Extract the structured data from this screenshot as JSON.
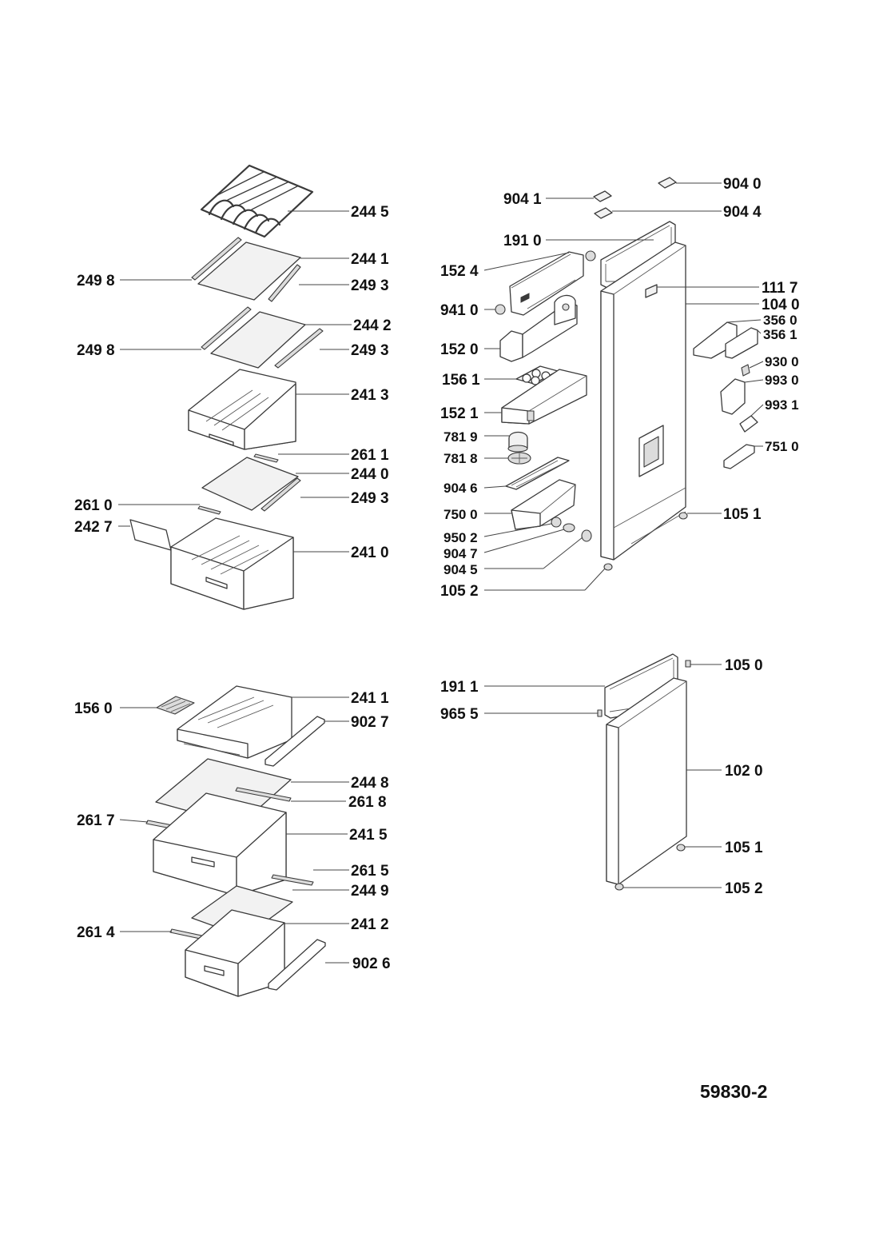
{
  "diagram_id": "59830-2",
  "callouts": {
    "c2445": "244 5",
    "c2441": "244 1",
    "c2498a": "249 8",
    "c2493a": "249 3",
    "c2442": "244 2",
    "c2498b": "249 8",
    "c2493b": "249 3",
    "c2413": "241 3",
    "c2611": "261 1",
    "c2440": "244 0",
    "c2493c": "249 3",
    "c2610": "261 0",
    "c2427": "242 7",
    "c2410": "241 0",
    "c9040": "904 0",
    "c9041": "904 1",
    "c9044": "904 4",
    "c1910": "191 0",
    "c1524": "152 4",
    "c1117": "111 7",
    "c1040": "104 0",
    "c9410": "941 0",
    "c3560": "356 0",
    "c3561": "356 1",
    "c1520": "152 0",
    "c9300": "930 0",
    "c1561": "156 1",
    "c9930": "993 0",
    "c1521": "152 1",
    "c9931": "993 1",
    "c7819": "781 9",
    "c7510": "751 0",
    "c7818": "781 8",
    "c9046": "904 6",
    "c7500": "750 0",
    "c1051a": "105 1",
    "c9502": "950 2",
    "c9047": "904 7",
    "c9045": "904 5",
    "c1052a": "105 2",
    "c2411": "241 1",
    "c1560": "156 0",
    "c9027": "902 7",
    "c2448": "244 8",
    "c2618": "261 8",
    "c2617": "261 7",
    "c2415": "241 5",
    "c2615": "261 5",
    "c2449": "244 9",
    "c2412": "241 2",
    "c2614": "261 4",
    "c9026": "902 6",
    "c1050": "105 0",
    "c1911": "191 1",
    "c9655": "965 5",
    "c1020": "102 0",
    "c1051b": "105 1",
    "c1052b": "105 2"
  }
}
